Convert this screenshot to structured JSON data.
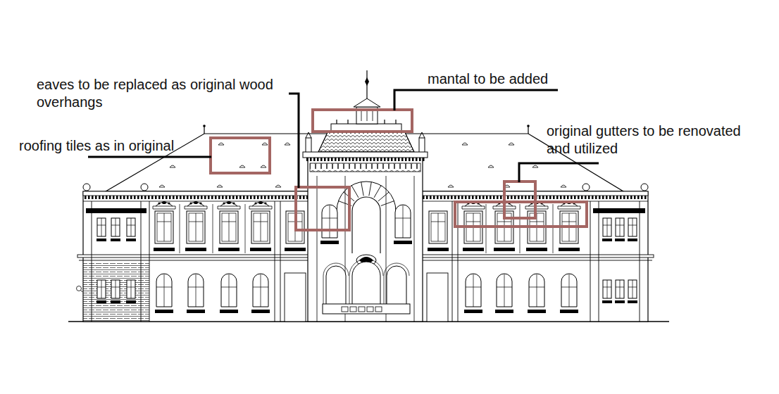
{
  "diagram": {
    "labels": [
      "eaves to be replaced as original wood overhangs",
      "mantal to be added",
      "roofing tiles as in original",
      "original gutters to be renovated and utilized"
    ]
  }
}
